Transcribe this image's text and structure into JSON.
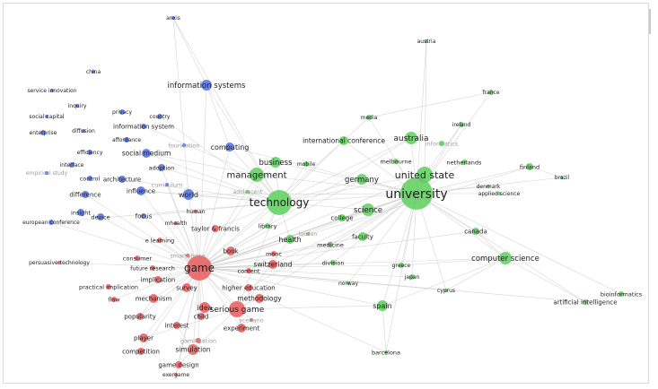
{
  "colors": {
    "blue": "#4f6fe0",
    "green": "#5ccf5c",
    "red": "#e85a5a",
    "edge": "#c8c8c8",
    "label": "#222222",
    "faint_label": "#9a9a9a"
  },
  "nodes": [
    {
      "id": "anxis",
      "label": "anxis",
      "cluster": "blue"
    },
    {
      "id": "china",
      "label": "china",
      "cluster": "blue"
    },
    {
      "id": "service-innovation",
      "label": "service innovation",
      "cluster": "blue"
    },
    {
      "id": "inquiry",
      "label": "inquiry",
      "cluster": "blue"
    },
    {
      "id": "social-capital",
      "label": "social capital",
      "cluster": "blue"
    },
    {
      "id": "enterprise",
      "label": "enterprise",
      "cluster": "blue"
    },
    {
      "id": "diffusion",
      "label": "diffusion",
      "cluster": "blue"
    },
    {
      "id": "privacy",
      "label": "privacy",
      "cluster": "blue"
    },
    {
      "id": "country",
      "label": "country",
      "cluster": "blue"
    },
    {
      "id": "information-systems",
      "label": "information systems",
      "cluster": "blue"
    },
    {
      "id": "information-system",
      "label": "information system",
      "cluster": "blue"
    },
    {
      "id": "affordance",
      "label": "affordance",
      "cluster": "blue"
    },
    {
      "id": "efficiency",
      "label": "efficiency",
      "cluster": "blue"
    },
    {
      "id": "social-medium",
      "label": "social medium",
      "cluster": "blue"
    },
    {
      "id": "foundation",
      "label": "foundation",
      "cluster": "blue",
      "faint": true
    },
    {
      "id": "computing",
      "label": "computing",
      "cluster": "blue"
    },
    {
      "id": "interface",
      "label": "interface",
      "cluster": "blue"
    },
    {
      "id": "adoption",
      "label": "adoption",
      "cluster": "blue"
    },
    {
      "id": "empirical-study",
      "label": "empirical study",
      "cluster": "blue",
      "faint": true
    },
    {
      "id": "control",
      "label": "control",
      "cluster": "blue"
    },
    {
      "id": "architecture",
      "label": "architecture",
      "cluster": "blue"
    },
    {
      "id": "curriculum",
      "label": "curriculum",
      "cluster": "blue",
      "faint": true
    },
    {
      "id": "difference",
      "label": "difference",
      "cluster": "blue"
    },
    {
      "id": "influence",
      "label": "influence",
      "cluster": "blue"
    },
    {
      "id": "world",
      "label": "world",
      "cluster": "blue"
    },
    {
      "id": "insight",
      "label": "insight",
      "cluster": "blue"
    },
    {
      "id": "device",
      "label": "device",
      "cluster": "blue"
    },
    {
      "id": "focus",
      "label": "focus",
      "cluster": "blue"
    },
    {
      "id": "european-conference",
      "label": "european conference",
      "cluster": "blue"
    },
    {
      "id": "austria",
      "label": "austria",
      "cluster": "green"
    },
    {
      "id": "france",
      "label": "france",
      "cluster": "green"
    },
    {
      "id": "media",
      "label": "media",
      "cluster": "green"
    },
    {
      "id": "ireland",
      "label": "ireland",
      "cluster": "green"
    },
    {
      "id": "international-conference",
      "label": "international conference",
      "cluster": "green"
    },
    {
      "id": "australia",
      "label": "australia",
      "cluster": "green"
    },
    {
      "id": "informatics",
      "label": "informatics",
      "cluster": "green",
      "faint": true
    },
    {
      "id": "netherlands",
      "label": "netherlands",
      "cluster": "green"
    },
    {
      "id": "finland",
      "label": "finland",
      "cluster": "green"
    },
    {
      "id": "brazil",
      "label": "brazil",
      "cluster": "green"
    },
    {
      "id": "business",
      "label": "business",
      "cluster": "green"
    },
    {
      "id": "mobile",
      "label": "mobile",
      "cluster": "green"
    },
    {
      "id": "melbourne",
      "label": "melbourne",
      "cluster": "green"
    },
    {
      "id": "united-state",
      "label": "united state",
      "cluster": "green"
    },
    {
      "id": "management",
      "label": "management",
      "cluster": "green"
    },
    {
      "id": "germany",
      "label": "germany",
      "cluster": "green"
    },
    {
      "id": "denmark",
      "label": "denmark",
      "cluster": "green"
    },
    {
      "id": "applied-science",
      "label": "applied science",
      "cluster": "green"
    },
    {
      "id": "university",
      "label": "university",
      "cluster": "green"
    },
    {
      "id": "adolescent",
      "label": "adolescent",
      "cluster": "green",
      "faint": true
    },
    {
      "id": "technology",
      "label": "technology",
      "cluster": "green"
    },
    {
      "id": "science",
      "label": "science",
      "cluster": "green"
    },
    {
      "id": "college",
      "label": "college",
      "cluster": "green"
    },
    {
      "id": "library",
      "label": "library",
      "cluster": "green"
    },
    {
      "id": "canada",
      "label": "canada",
      "cluster": "green"
    },
    {
      "id": "health",
      "label": "health",
      "cluster": "green"
    },
    {
      "id": "london",
      "label": "london",
      "cluster": "green",
      "faint": true
    },
    {
      "id": "faculty",
      "label": "faculty",
      "cluster": "green"
    },
    {
      "id": "medicine",
      "label": "medicine",
      "cluster": "green"
    },
    {
      "id": "computer-science",
      "label": "computer science",
      "cluster": "green"
    },
    {
      "id": "division",
      "label": "division",
      "cluster": "green"
    },
    {
      "id": "greece",
      "label": "greece",
      "cluster": "green"
    },
    {
      "id": "japan",
      "label": "japan",
      "cluster": "green"
    },
    {
      "id": "norway",
      "label": "norway",
      "cluster": "green"
    },
    {
      "id": "cyprus",
      "label": "cyprus",
      "cluster": "green"
    },
    {
      "id": "bioinformatics",
      "label": "bioinformatics",
      "cluster": "green"
    },
    {
      "id": "artificial-intelligence",
      "label": "artificial intelligence",
      "cluster": "green"
    },
    {
      "id": "spain",
      "label": "spain",
      "cluster": "green"
    },
    {
      "id": "barcelona",
      "label": "barcelona",
      "cluster": "green"
    },
    {
      "id": "human",
      "label": "human",
      "cluster": "red"
    },
    {
      "id": "mhealth",
      "label": "mhealth",
      "cluster": "red"
    },
    {
      "id": "taylor-francis",
      "label": "taylor & francis",
      "cluster": "red"
    },
    {
      "id": "e-learning",
      "label": "e learning",
      "cluster": "red"
    },
    {
      "id": "smartphone",
      "label": "smartphone",
      "cluster": "red",
      "faint": true
    },
    {
      "id": "book",
      "label": "book",
      "cluster": "red"
    },
    {
      "id": "consumer",
      "label": "consumer",
      "cluster": "red"
    },
    {
      "id": "mooc",
      "label": "mooc",
      "cluster": "red"
    },
    {
      "id": "switzerland",
      "label": "switzerland",
      "cluster": "red"
    },
    {
      "id": "persuasive-technology",
      "label": "persuasive technology",
      "cluster": "red"
    },
    {
      "id": "future-research",
      "label": "future research",
      "cluster": "red"
    },
    {
      "id": "game",
      "label": "game",
      "cluster": "red"
    },
    {
      "id": "content",
      "label": "content",
      "cluster": "red"
    },
    {
      "id": "implication",
      "label": "implication",
      "cluster": "red"
    },
    {
      "id": "practical-implication",
      "label": "practical implication",
      "cluster": "red"
    },
    {
      "id": "survey",
      "label": "survey",
      "cluster": "red"
    },
    {
      "id": "higher-education",
      "label": "higher education",
      "cluster": "red"
    },
    {
      "id": "flow",
      "label": "flow",
      "cluster": "red"
    },
    {
      "id": "mechanism",
      "label": "mechanism",
      "cluster": "red"
    },
    {
      "id": "methodology",
      "label": "methodology",
      "cluster": "red"
    },
    {
      "id": "idea",
      "label": "idea",
      "cluster": "red"
    },
    {
      "id": "serious-game",
      "label": "serious game",
      "cluster": "red"
    },
    {
      "id": "popularity",
      "label": "popularity",
      "cluster": "red"
    },
    {
      "id": "child",
      "label": "child",
      "cluster": "red"
    },
    {
      "id": "scenario",
      "label": "scenario",
      "cluster": "red",
      "faint": true
    },
    {
      "id": "interest",
      "label": "interest",
      "cluster": "red"
    },
    {
      "id": "experiment",
      "label": "experiment",
      "cluster": "red"
    },
    {
      "id": "player",
      "label": "player",
      "cluster": "red"
    },
    {
      "id": "gamification",
      "label": "gamification",
      "cluster": "red",
      "faint": true
    },
    {
      "id": "competition",
      "label": "competition",
      "cluster": "red"
    },
    {
      "id": "simulation",
      "label": "simulation",
      "cluster": "red"
    },
    {
      "id": "game-design",
      "label": "game design",
      "cluster": "red"
    },
    {
      "id": "exergame",
      "label": "exergame",
      "cluster": "red"
    }
  ],
  "edges": [
    [
      "anxis",
      "information-systems"
    ],
    [
      "anxis",
      "world"
    ],
    [
      "anxis",
      "technology"
    ],
    [
      "information-systems",
      "computing"
    ],
    [
      "information-systems",
      "technology"
    ],
    [
      "information-systems",
      "game"
    ],
    [
      "computing",
      "technology"
    ],
    [
      "computing",
      "university"
    ],
    [
      "computing",
      "game"
    ],
    [
      "world",
      "technology"
    ],
    [
      "world",
      "game"
    ],
    [
      "world",
      "university"
    ],
    [
      "world",
      "influence"
    ],
    [
      "influence",
      "game"
    ],
    [
      "influence",
      "technology"
    ],
    [
      "focus",
      "game"
    ],
    [
      "focus",
      "technology"
    ],
    [
      "social-medium",
      "technology"
    ],
    [
      "social-medium",
      "management"
    ],
    [
      "adoption",
      "technology"
    ],
    [
      "adoption",
      "game"
    ],
    [
      "information-system",
      "management"
    ],
    [
      "country",
      "technology"
    ],
    [
      "european-conference",
      "game"
    ],
    [
      "european-conference",
      "technology"
    ],
    [
      "device",
      "game"
    ],
    [
      "difference",
      "game"
    ],
    [
      "architecture",
      "technology"
    ],
    [
      "curriculum",
      "game"
    ],
    [
      "austria",
      "university"
    ],
    [
      "austria",
      "united-state"
    ],
    [
      "france",
      "university"
    ],
    [
      "france",
      "media"
    ],
    [
      "media",
      "university"
    ],
    [
      "media",
      "international-conference"
    ],
    [
      "ireland",
      "university"
    ],
    [
      "ireland",
      "united-state"
    ],
    [
      "international-conference",
      "university"
    ],
    [
      "international-conference",
      "technology"
    ],
    [
      "international-conference",
      "game"
    ],
    [
      "australia",
      "university"
    ],
    [
      "australia",
      "technology"
    ],
    [
      "australia",
      "game"
    ],
    [
      "netherlands",
      "university"
    ],
    [
      "finland",
      "university"
    ],
    [
      "finland",
      "game"
    ],
    [
      "brazil",
      "university"
    ],
    [
      "brazil",
      "finland"
    ],
    [
      "business",
      "technology"
    ],
    [
      "business",
      "management"
    ],
    [
      "business",
      "university"
    ],
    [
      "business",
      "game"
    ],
    [
      "mobile",
      "technology"
    ],
    [
      "melbourne",
      "university"
    ],
    [
      "united-state",
      "university"
    ],
    [
      "united-state",
      "technology"
    ],
    [
      "united-state",
      "game"
    ],
    [
      "management",
      "technology"
    ],
    [
      "management",
      "game"
    ],
    [
      "management",
      "university"
    ],
    [
      "germany",
      "university"
    ],
    [
      "germany",
      "technology"
    ],
    [
      "germany",
      "game"
    ],
    [
      "denmark",
      "university"
    ],
    [
      "applied-science",
      "university"
    ],
    [
      "university",
      "technology"
    ],
    [
      "university",
      "game"
    ],
    [
      "university",
      "science"
    ],
    [
      "university",
      "computer-science"
    ],
    [
      "university",
      "canada"
    ],
    [
      "university",
      "spain"
    ],
    [
      "university",
      "greece"
    ],
    [
      "university",
      "japan"
    ],
    [
      "university",
      "cyprus"
    ],
    [
      "university",
      "artificial-intelligence"
    ],
    [
      "university",
      "faculty"
    ],
    [
      "university",
      "health"
    ],
    [
      "university",
      "college"
    ],
    [
      "university",
      "medicine"
    ],
    [
      "university",
      "division"
    ],
    [
      "technology",
      "game"
    ],
    [
      "technology",
      "science"
    ],
    [
      "technology",
      "health"
    ],
    [
      "technology",
      "serious-game"
    ],
    [
      "technology",
      "taylor-francis"
    ],
    [
      "technology",
      "library"
    ],
    [
      "science",
      "game"
    ],
    [
      "science",
      "college"
    ],
    [
      "college",
      "game"
    ],
    [
      "library",
      "game"
    ],
    [
      "canada",
      "game"
    ],
    [
      "canada",
      "computer-science"
    ],
    [
      "health",
      "game"
    ],
    [
      "health",
      "serious-game"
    ],
    [
      "faculty",
      "game"
    ],
    [
      "medicine",
      "game"
    ],
    [
      "computer-science",
      "game"
    ],
    [
      "computer-science",
      "artificial-intelligence"
    ],
    [
      "computer-science",
      "cyprus"
    ],
    [
      "computer-science",
      "greece"
    ],
    [
      "computer-science",
      "spain"
    ],
    [
      "division",
      "game"
    ],
    [
      "greece",
      "game"
    ],
    [
      "japan",
      "game"
    ],
    [
      "norway",
      "game"
    ],
    [
      "norway",
      "university"
    ],
    [
      "cyprus",
      "game"
    ],
    [
      "bioinformatics",
      "artificial-intelligence"
    ],
    [
      "bioinformatics",
      "university"
    ],
    [
      "artificial-intelligence",
      "game"
    ],
    [
      "spain",
      "game"
    ],
    [
      "spain",
      "serious-game"
    ],
    [
      "barcelona",
      "game"
    ],
    [
      "barcelona",
      "university"
    ],
    [
      "barcelona",
      "spain"
    ],
    [
      "human",
      "game"
    ],
    [
      "mhealth",
      "game"
    ],
    [
      "taylor-francis",
      "game"
    ],
    [
      "e-learning",
      "game"
    ],
    [
      "smartphone",
      "game"
    ],
    [
      "book",
      "game"
    ],
    [
      "consumer",
      "game"
    ],
    [
      "mooc",
      "game"
    ],
    [
      "switzerland",
      "game"
    ],
    [
      "switzerland",
      "university"
    ],
    [
      "persuasive-technology",
      "game"
    ],
    [
      "future-research",
      "game"
    ],
    [
      "content",
      "game"
    ],
    [
      "implication",
      "game"
    ],
    [
      "practical-implication",
      "game"
    ],
    [
      "survey",
      "game"
    ],
    [
      "higher-education",
      "game"
    ],
    [
      "higher-education",
      "university"
    ],
    [
      "flow",
      "game"
    ],
    [
      "mechanism",
      "game"
    ],
    [
      "methodology",
      "game"
    ],
    [
      "methodology",
      "serious-game"
    ],
    [
      "idea",
      "game"
    ],
    [
      "serious-game",
      "game"
    ],
    [
      "serious-game",
      "university"
    ],
    [
      "popularity",
      "game"
    ],
    [
      "child",
      "game"
    ],
    [
      "scenario",
      "game"
    ],
    [
      "interest",
      "game"
    ],
    [
      "experiment",
      "game"
    ],
    [
      "experiment",
      "serious-game"
    ],
    [
      "player",
      "game"
    ],
    [
      "gamification",
      "game"
    ],
    [
      "competition",
      "game"
    ],
    [
      "simulation",
      "game"
    ],
    [
      "simulation",
      "serious-game"
    ],
    [
      "game-design",
      "game"
    ],
    [
      "exergame",
      "game"
    ],
    [
      "player",
      "serious-game"
    ],
    [
      "competition",
      "player"
    ],
    [
      "game-design",
      "simulation"
    ],
    [
      "exergame",
      "game-design"
    ],
    [
      "interest",
      "simulation"
    ],
    [
      "popularity",
      "mechanism"
    ]
  ]
}
